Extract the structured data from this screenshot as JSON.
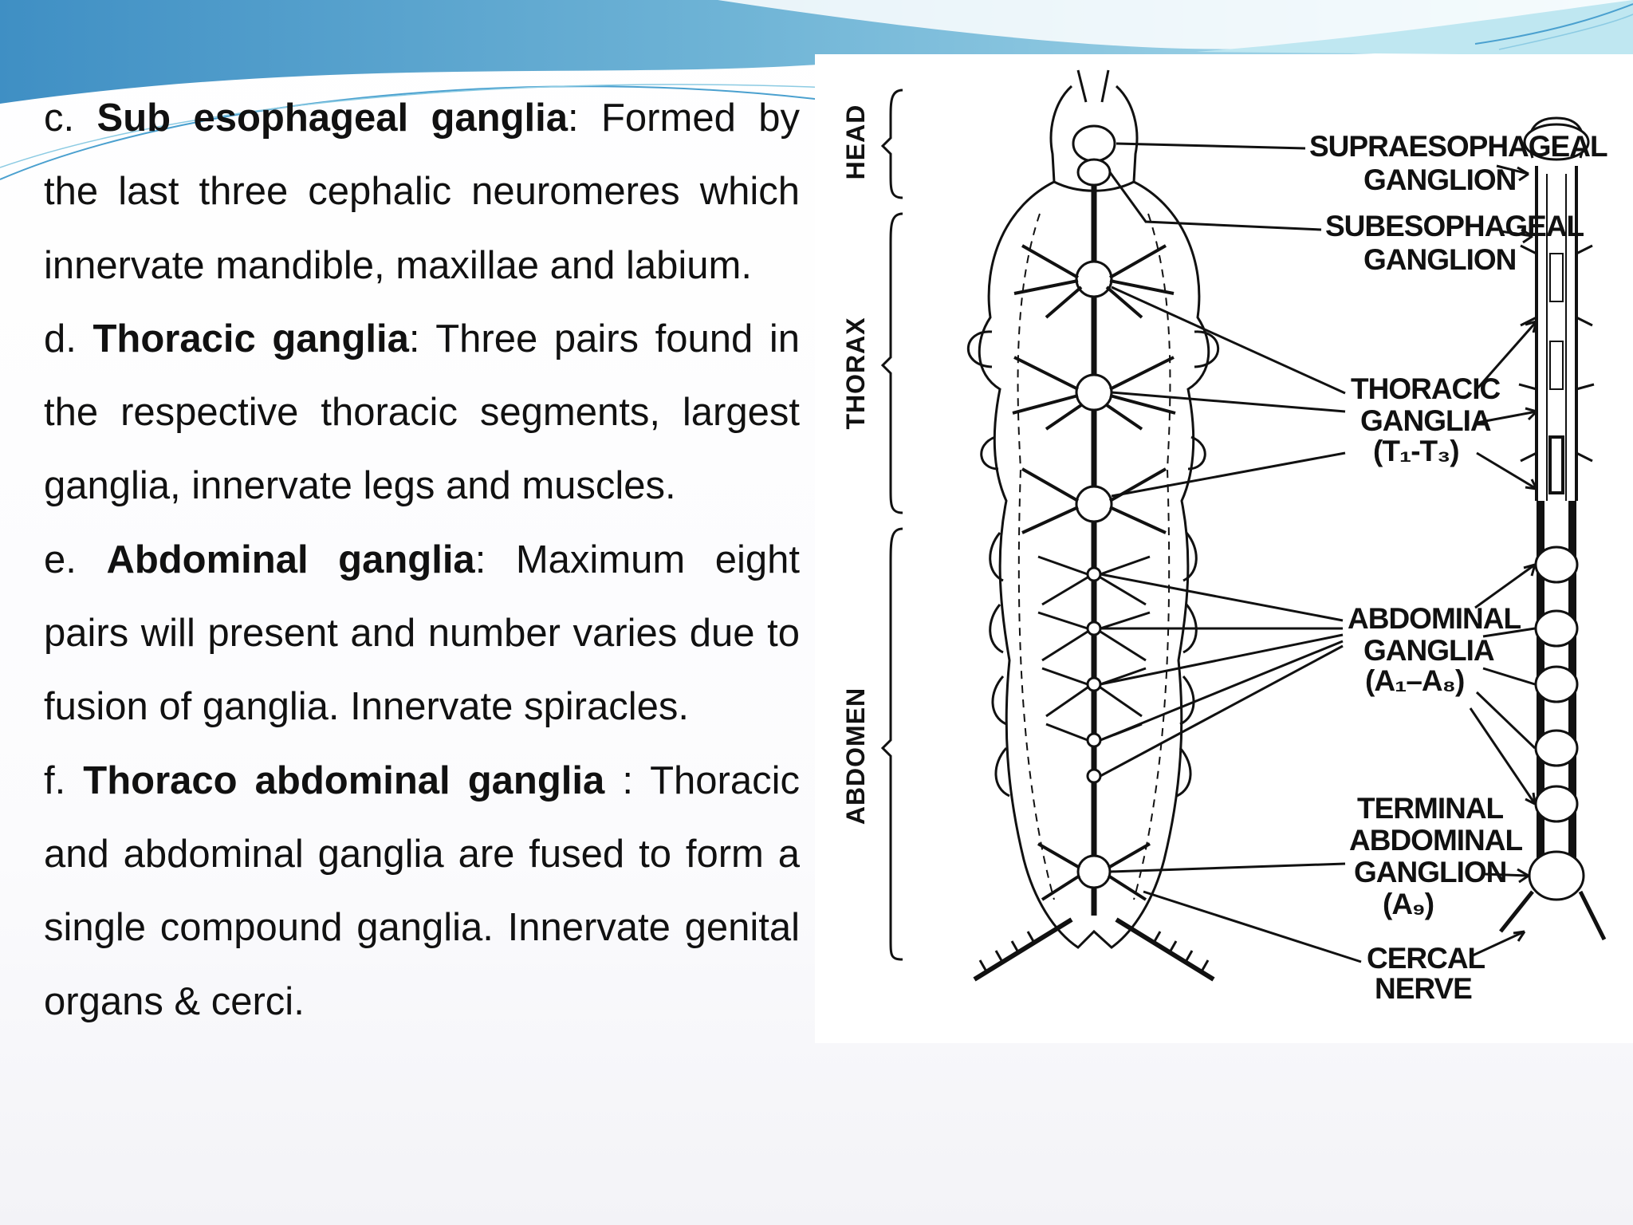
{
  "body_text": [
    {
      "prefix": "c. ",
      "term": "Sub esophageal ganglia",
      "rest": ": Formed by the last three cephalic neuromeres which innervate mandible, maxillae and labium."
    },
    {
      "prefix": "d. ",
      "term": "Thoracic ganglia",
      "rest": ": Three pairs found in the respective thoracic segments, largest ganglia, innervate legs and muscles."
    },
    {
      "prefix": "e. ",
      "term": "Abdominal ganglia",
      "rest": ": Maximum eight pairs will present and number varies due to fusion of ganglia. Innervate spiracles."
    },
    {
      "prefix": "f. ",
      "term": "Thoraco abdominal ganglia",
      "rest": " : Thoracic and abdominal ganglia are fused to form a single compound ganglia. Innervate genital organs & cerci."
    }
  ],
  "figure": {
    "regions": {
      "head": "HEAD",
      "thorax": "THORAX",
      "abdomen": "ABDOMEN"
    },
    "labels": {
      "supra_1": "SUPRAESOPHAGEAL",
      "supra_2": "GANGLION",
      "sub_1": "SUBESOPHAGEAL",
      "sub_2": "GANGLION",
      "thoracic_1": "THORACIC",
      "thoracic_2": "GANGLIA",
      "thoracic_3": "(T₁-T₃)",
      "abdominal_1": "ABDOMINAL",
      "abdominal_2": "GANGLIA",
      "abdominal_3": "(A₁–A₈)",
      "terminal_1": "TERMINAL",
      "terminal_2": "ABDOMINAL",
      "terminal_3": "GANGLION",
      "terminal_4": "(A₉)",
      "cercal_1": "CERCAL",
      "cercal_2": "NERVE"
    }
  },
  "colors": {
    "wave_light": "#a9dceb",
    "wave_mid": "#6fb4d6",
    "wave_dark": "#3f8fc4",
    "text": "#111111"
  }
}
